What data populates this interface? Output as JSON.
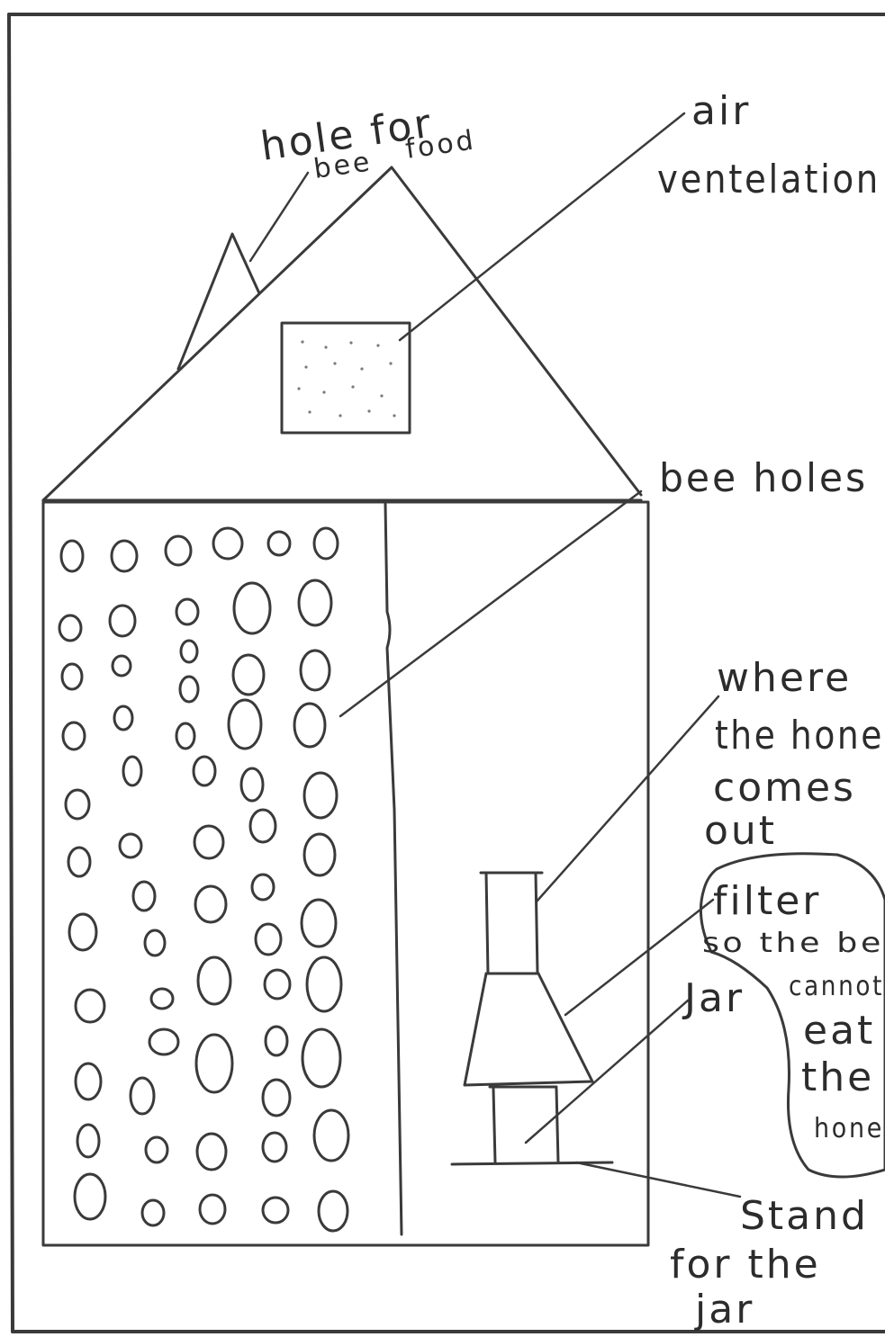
{
  "labels": {
    "hole_for": "hole for",
    "bee": "bee",
    "food": "food",
    "air": "air",
    "ventelation": "ventelation",
    "bee_holes": "bee holes",
    "where": "where",
    "the_hone": "the hone",
    "comes": "comes",
    "out": "out",
    "filter": "filter",
    "so_the_be": "so the be",
    "cannot": "cannot",
    "eat": "eat",
    "the": "the",
    "hone": "hone",
    "jar": "Jar",
    "stand": "Stand",
    "for_the": "for the",
    "jar_lower": "jar"
  },
  "colors": {
    "ink": "#3a3a3a",
    "paper": "#ffffff"
  }
}
